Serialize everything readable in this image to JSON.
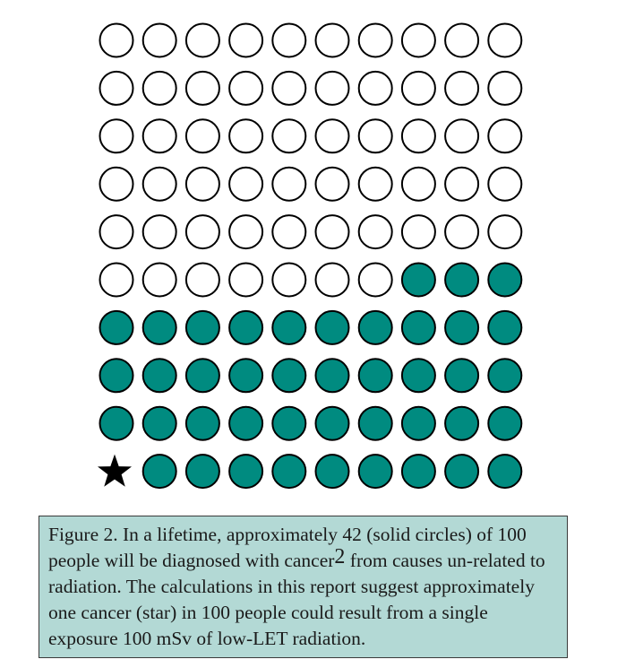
{
  "figure": {
    "rows": 10,
    "cols": 10,
    "total_people": 100,
    "solid_count": 42,
    "star_count": 1,
    "colors": {
      "solid_fill": "#008b80",
      "outline": "#000000",
      "empty_fill": "#ffffff",
      "star": "#000000",
      "caption_bg": "#b3d9d5"
    },
    "icons": {
      "empty": "open-circle-icon",
      "solid": "solid-circle-icon",
      "star": "star-icon"
    }
  },
  "caption": {
    "text_before": "Figure 2. In a lifetime, approximately 42 (solid circles) of 100 people will be diagnosed with cancer",
    "superscript": "2",
    "text_after": " from causes un-related to radiation. The calculations in this report suggest approximately one cancer (star) in 100 people could result from a single exposure 100 mSv of low-LET radiation."
  }
}
